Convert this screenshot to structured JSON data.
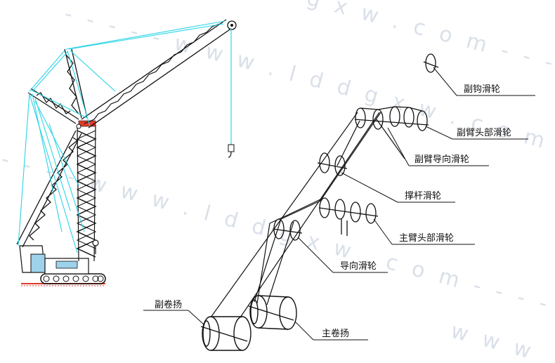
{
  "watermark": {
    "text_a": "- - - - - w w w . l d d g x w . c o m - - - - - - -",
    "text_b": "- - - - w w w . l d d g x w . c o m - - - - - - - w w w .",
    "text_c": "g x w . c o m - - - - -",
    "text_d": "w w w"
  },
  "labels": {
    "aux_hook_sheave": "副钩滑轮",
    "aux_jib_head_sheave": "副臂头部滑轮",
    "aux_jib_guide_sheave": "副臂导向滑轮",
    "strut_sheave": "撑杆滑轮",
    "main_boom_head_sheave": "主臂头部滑轮",
    "guide_sheave": "导向滑轮",
    "aux_winch": "副卷扬",
    "main_winch": "主卷扬"
  },
  "colors": {
    "rope": "#2ad4e6",
    "line": "#111111",
    "ground": "#e03a2a",
    "counterweight": "#9ed2ea"
  }
}
